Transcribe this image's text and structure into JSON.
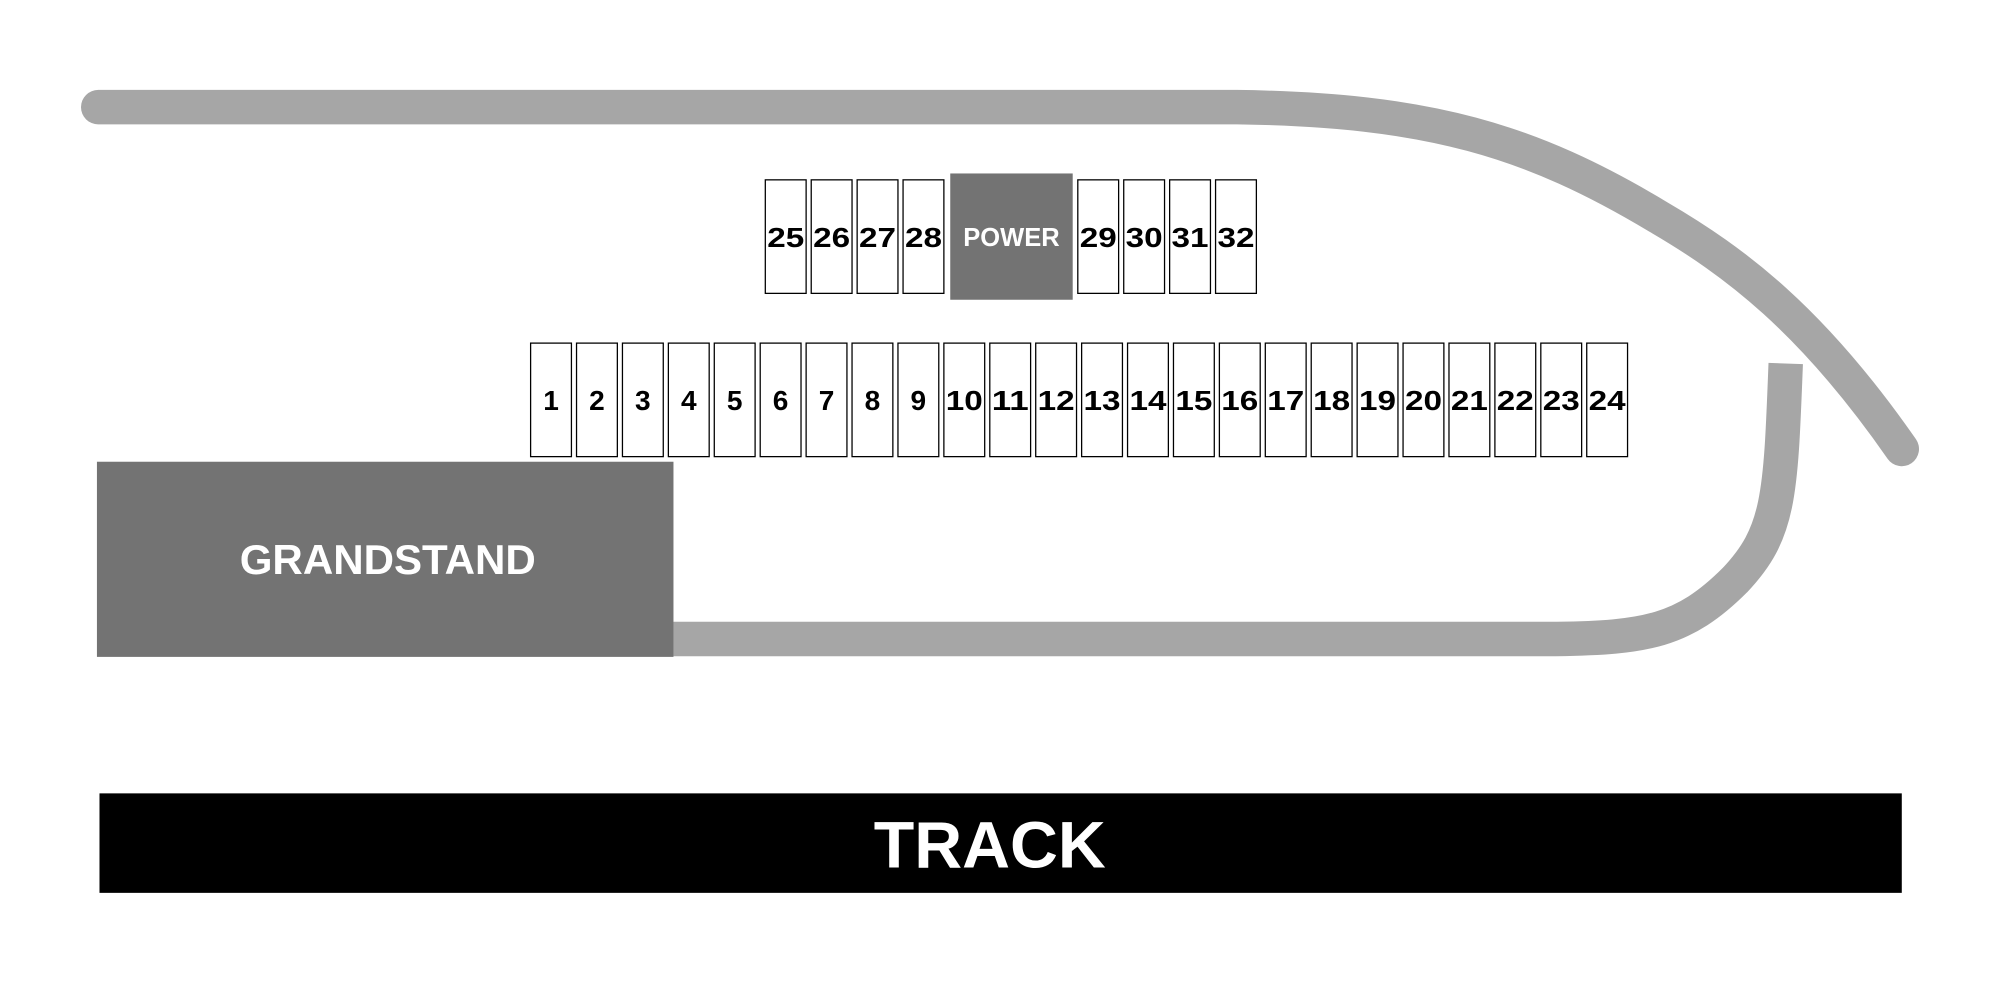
{
  "colors": {
    "road": "#a6a6a6",
    "building": "#737373",
    "track": "#000000",
    "space_border": "#000000",
    "space_fill": "#ffffff"
  },
  "power": {
    "label": "POWER"
  },
  "grandstand": {
    "label": "GRANDSTAND"
  },
  "track": {
    "label": "TRACK"
  },
  "spaces": {
    "top_left": [
      "25",
      "26",
      "27",
      "28"
    ],
    "top_right": [
      "29",
      "30",
      "31",
      "32"
    ],
    "bottom": [
      "1",
      "2",
      "3",
      "4",
      "5",
      "6",
      "7",
      "8",
      "9",
      "10",
      "11",
      "12",
      "13",
      "14",
      "15",
      "16",
      "17",
      "18",
      "19",
      "20",
      "21",
      "22",
      "23",
      "24"
    ]
  }
}
